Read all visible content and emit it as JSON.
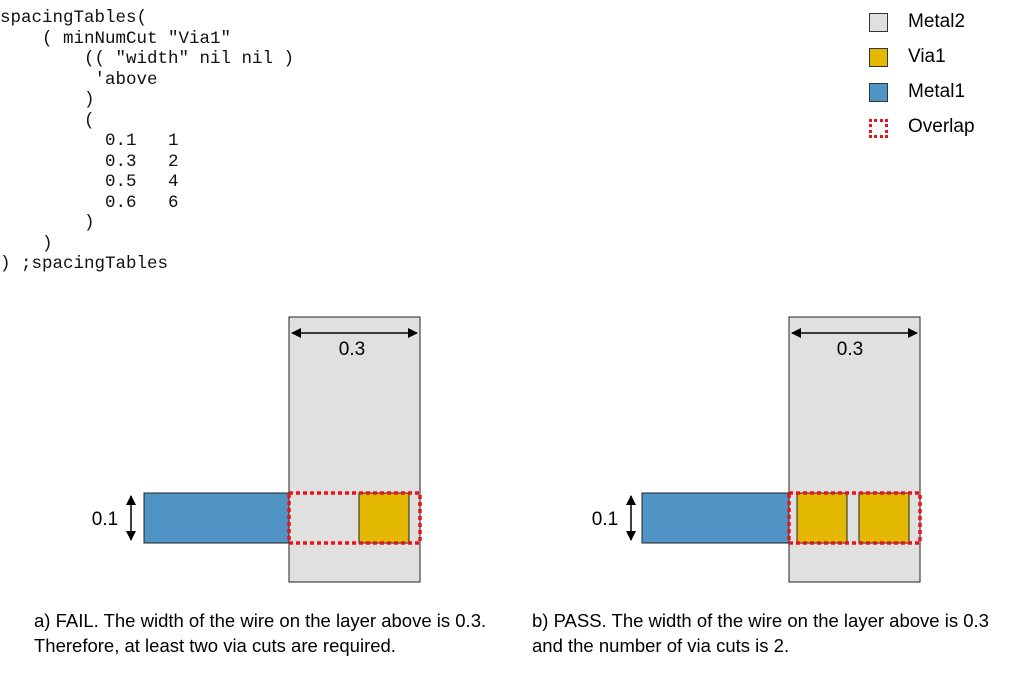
{
  "code_lines": [
    "spacingTables(",
    "    ( minNumCut \"Via1\"",
    "        (( \"width\" nil nil )",
    "         'above",
    "        )",
    "        (",
    "          0.1   1",
    "          0.3   2",
    "          0.5   4",
    "          0.6   6",
    "        )",
    "    )",
    ") ;spacingTables"
  ],
  "legend": [
    {
      "label": "Metal2",
      "color": "#e0e0e0",
      "icon": "filled-square"
    },
    {
      "label": "Via1",
      "color": "#e3b800",
      "icon": "filled-square"
    },
    {
      "label": "Metal1",
      "color": "#4f94c4",
      "icon": "filled-square"
    },
    {
      "label": "Overlap",
      "color": "#e8141c",
      "icon": "dashed-square"
    }
  ],
  "diagram_a": {
    "width_label": "0.3",
    "height_label": "0.1",
    "via_count": 1,
    "caption": "a) FAIL. The width of the wire on the layer above is 0.3. Therefore, at least two via cuts are required."
  },
  "diagram_b": {
    "width_label": "0.3",
    "height_label": "0.1",
    "via_count": 2,
    "caption": "b) PASS. The width of the wire on the layer above is 0.3 and the number of via cuts is 2."
  },
  "colors": {
    "metal2": "#e0e0e0",
    "via1": "#e3b800",
    "metal1": "#4f94c4",
    "overlap": "#e8141c"
  }
}
